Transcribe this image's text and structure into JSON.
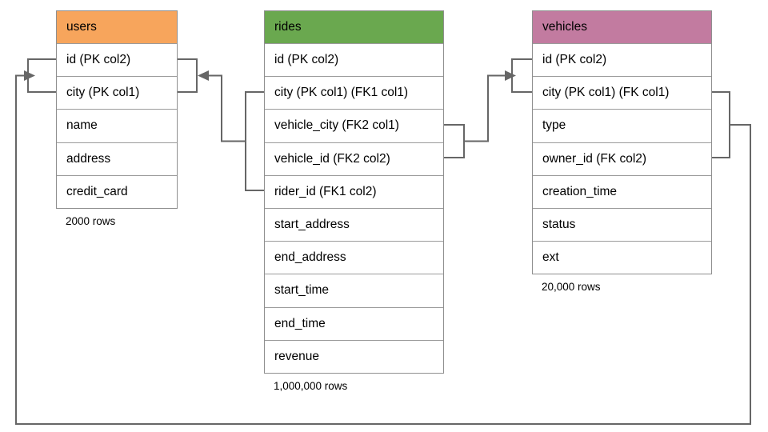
{
  "diagram": {
    "line_color": "#666666",
    "border_color": "#9b9b9b",
    "tables": [
      {
        "name": "users",
        "header_color": "#F7A55C",
        "columns": [
          "id (PK col2)",
          "city (PK col1)",
          "name",
          "address",
          "credit_card"
        ],
        "row_count_label": "2000 rows"
      },
      {
        "name": "rides",
        "header_color": "#6AA84F",
        "columns": [
          "id (PK col2)",
          "city (PK col1) (FK1 col1)",
          "vehicle_city (FK2 col1)",
          "vehicle_id (FK2 col2)",
          "rider_id (FK1 col2)",
          "start_address",
          "end_address",
          "start_time",
          "end_time",
          "revenue"
        ],
        "row_count_label": "1,000,000 rows"
      },
      {
        "name": "vehicles",
        "header_color": "#C27BA0",
        "columns": [
          "id (PK col2)",
          "city (PK col1) (FK col1)",
          "type",
          "owner_id (FK col2)",
          "creation_time",
          "status",
          "ext"
        ],
        "row_count_label": "20,000 rows"
      }
    ],
    "relationships": [
      {
        "name": "FK1",
        "from_table": "rides",
        "from_columns": [
          "city (PK col1) (FK1 col1)",
          "rider_id (FK1 col2)"
        ],
        "to_table": "users",
        "to_columns": [
          "id (PK col2)",
          "city (PK col1)"
        ]
      },
      {
        "name": "FK2",
        "from_table": "rides",
        "from_columns": [
          "vehicle_city (FK2 col1)",
          "vehicle_id (FK2 col2)"
        ],
        "to_table": "vehicles",
        "to_columns": [
          "id (PK col2)",
          "city (PK col1) (FK col1)"
        ]
      },
      {
        "name": "FK",
        "from_table": "vehicles",
        "from_columns": [
          "city (PK col1) (FK col1)",
          "owner_id (FK col2)"
        ],
        "to_table": "users",
        "to_columns": [
          "id (PK col2)",
          "city (PK col1)"
        ]
      }
    ]
  }
}
